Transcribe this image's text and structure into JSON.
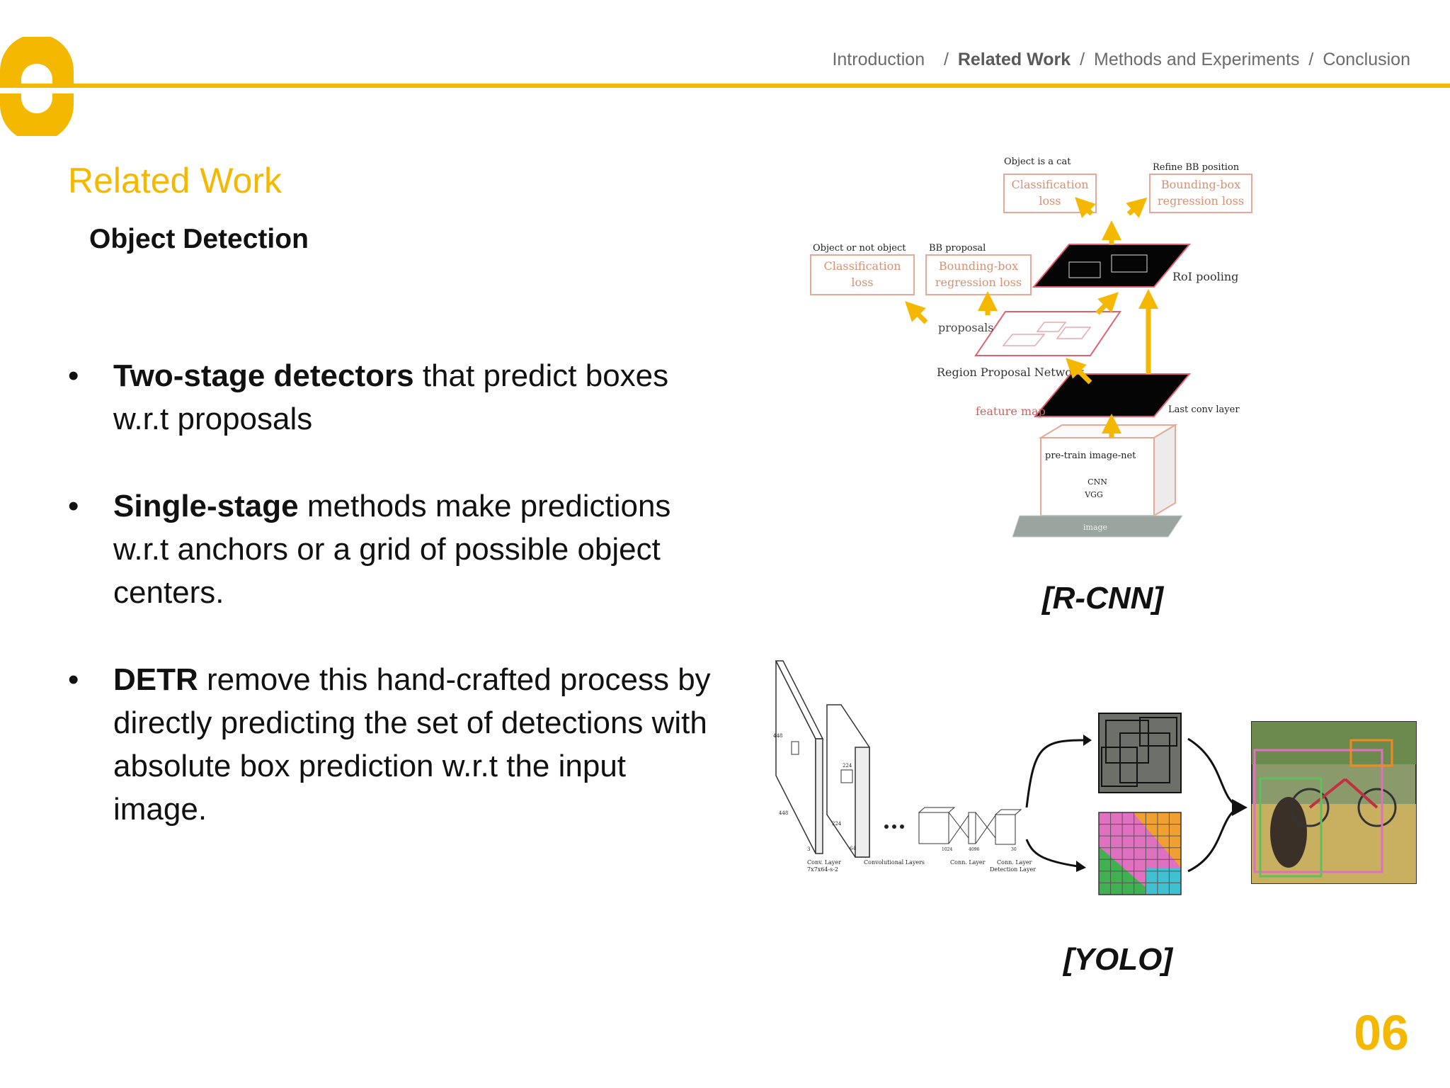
{
  "colors": {
    "accent": "#f5b800",
    "box_red": "#e06070",
    "grid_pink": "#e070c0",
    "grid_orange": "#f0a030",
    "grid_green": "#40b050",
    "grid_cyan": "#40c0d0"
  },
  "nav": {
    "items": [
      "Introduction",
      "Related Work",
      "Methods and Experiments",
      "Conclusion"
    ],
    "current": "Related Work"
  },
  "slide": {
    "title": "Related Work",
    "section": "Object Detection",
    "page_number": "06"
  },
  "bullets": [
    {
      "bold": "Two-stage detectors",
      "rest": " that predict boxes w.r.t proposals"
    },
    {
      "bold": "Single-stage",
      "rest": " methods make predictions w.r.t anchors or a grid of possible object centers."
    },
    {
      "bold": "DETR",
      "rest": " remove this hand-crafted process by directly predicting the set of detections with absolute box prediction w.r.t the input image."
    }
  ],
  "rcnn": {
    "caption": "[R-CNN]",
    "object_is_cat": "Object is a cat",
    "refine_bb": "Refine BB position",
    "cls_loss_1": "Classification",
    "cls_loss_2": "loss",
    "bbox_loss_1": "Bounding-box",
    "bbox_loss_2": "regression loss",
    "object_or_not": "Object or not object",
    "bb_proposal": "BB proposal",
    "roi_pooling": "RoI pooling",
    "proposals": "proposals",
    "rpn": "Region Proposal Network",
    "feature_map": "feature map",
    "last_conv": "Last conv layer",
    "pretrain": "pre-train image-net",
    "cnn": "CNN",
    "vgg": "VGG",
    "image": "image"
  },
  "yolo": {
    "caption": "[YOLO]",
    "conv_layer_1": "Conv. Layer",
    "conv_layer_2": "7x7x64-s-2",
    "conv_layers": "Convolutional Layers",
    "conn_layer": "Conn. Layer",
    "conn_layer_2": "Conn. Layer",
    "detection_layer": "Detection Layer",
    "dim_448a": "448",
    "dim_448b": "448",
    "dim_224a": "224",
    "dim_224b": "224",
    "dim_3": "3",
    "dim_64": "64",
    "dim_1024": "1024",
    "dim_4096": "4096",
    "dim_30": "30"
  }
}
